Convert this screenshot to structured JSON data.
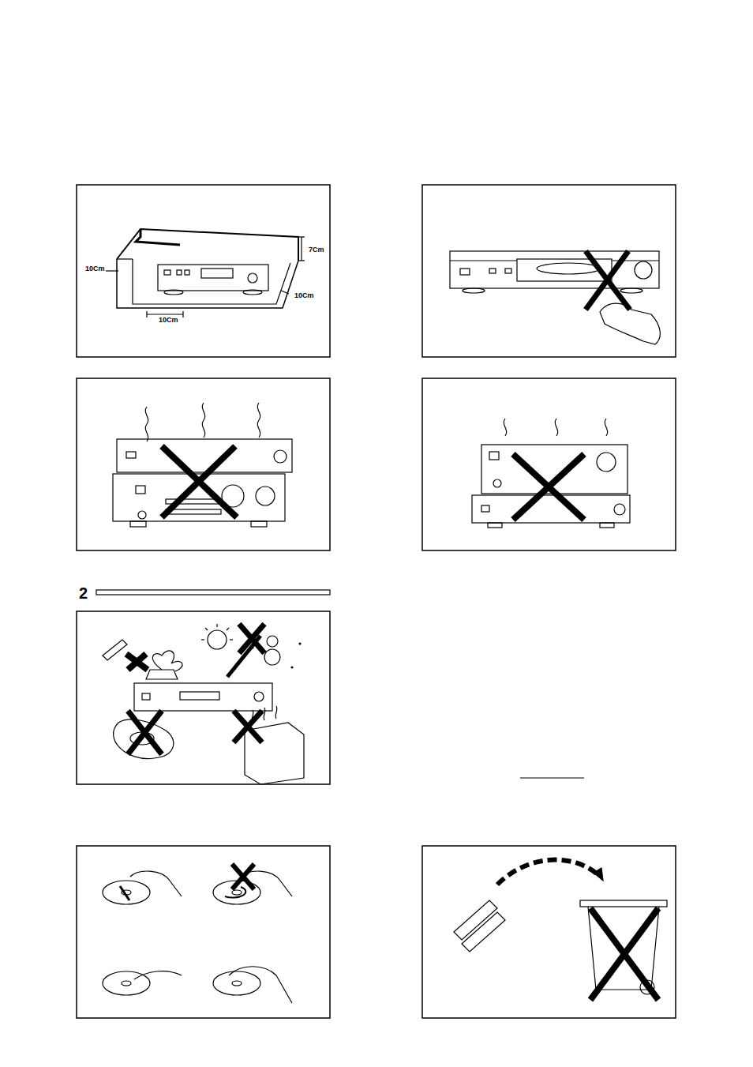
{
  "diagram": {
    "labels": [
      "10Cm",
      "7Cm",
      "10Cm",
      "10Cm",
      "2"
    ]
  }
}
